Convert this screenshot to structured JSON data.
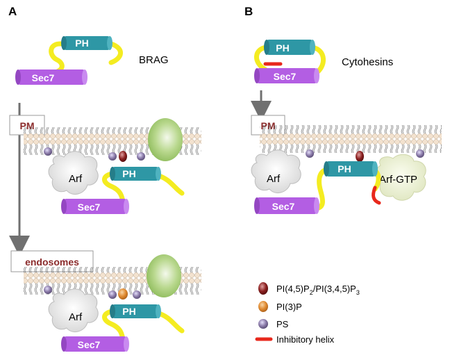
{
  "panels": {
    "a": {
      "label": "A",
      "protein_name": "BRAG",
      "pm_box": "PM",
      "endosome_box": "endosomes",
      "arf_top": "Arf",
      "arf_bottom": "Arf"
    },
    "b": {
      "label": "B",
      "protein_name": "Cytohesins",
      "pm_box": "PM",
      "arf_left": "Arf",
      "arf_right": "Arf-GTP"
    }
  },
  "domains": {
    "ph": "PH",
    "sec7": "Sec7"
  },
  "legend": {
    "items": [
      {
        "text": "PI(4,5)P",
        "sub1": "2",
        "mid": "/PI(3,4,5)P",
        "sub2": "3",
        "color": "#8b2020"
      },
      {
        "text": "PI(3)P",
        "color": "#e08a30"
      },
      {
        "text": "PS",
        "color": "#8a7aa8"
      },
      {
        "text": "Inhibitory helix",
        "color": "#e8281c"
      }
    ]
  },
  "colors": {
    "ph_domain": "#2e97a5",
    "sec7_domain": "#b35ee3",
    "linker": "#f4ec21",
    "inhibitory_helix": "#e8281c",
    "membrane_head": "#f3e2cf",
    "green_protein": "#9ec86a",
    "arrow": "#707070",
    "box_text": "#8b2b2b"
  }
}
